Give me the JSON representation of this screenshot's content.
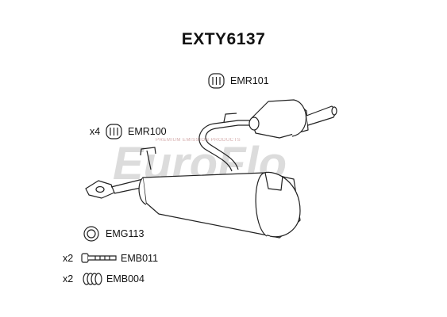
{
  "title": "EXTY6137",
  "watermark": {
    "brand": "EuroFlo",
    "tagline": "PREMIUM EMISSION PRODUCTS"
  },
  "parts": [
    {
      "code": "EMR101",
      "qty": "",
      "icon": "rubber-hanger-icon"
    },
    {
      "code": "EMR100",
      "qty": "x4",
      "icon": "rubber-hanger-icon"
    },
    {
      "code": "EMG113",
      "qty": "",
      "icon": "gasket-ring-icon"
    },
    {
      "code": "EMB011",
      "qty": "x2",
      "icon": "bolt-icon"
    },
    {
      "code": "EMB004",
      "qty": "x2",
      "icon": "spring-icon"
    }
  ],
  "colors": {
    "line": "#222222",
    "watermark": "#d8d8d8",
    "watermark_accent": "#e8c9c9"
  }
}
